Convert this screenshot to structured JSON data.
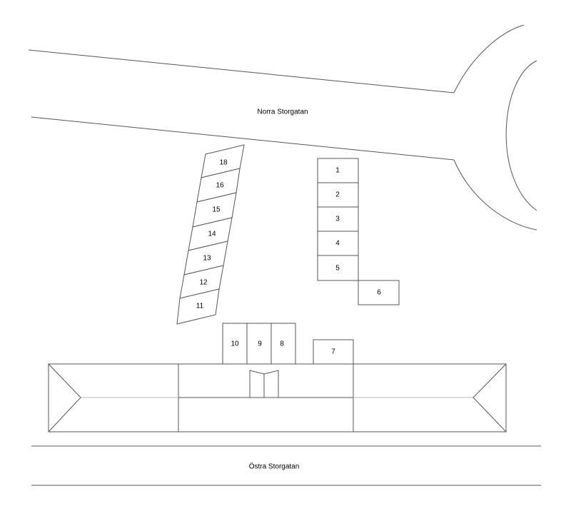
{
  "streets": {
    "north": "Norra Storgatan",
    "east": "Östra Storgatan"
  },
  "parking_spaces": [
    {
      "id": "1",
      "label": "1"
    },
    {
      "id": "2",
      "label": "2"
    },
    {
      "id": "3",
      "label": "3"
    },
    {
      "id": "4",
      "label": "4"
    },
    {
      "id": "5",
      "label": "5"
    },
    {
      "id": "6",
      "label": "6"
    },
    {
      "id": "7",
      "label": "7"
    },
    {
      "id": "8",
      "label": "8"
    },
    {
      "id": "9",
      "label": "9"
    },
    {
      "id": "10",
      "label": "10"
    },
    {
      "id": "11",
      "label": "11"
    },
    {
      "id": "12",
      "label": "12"
    },
    {
      "id": "13",
      "label": "13"
    },
    {
      "id": "14",
      "label": "14"
    },
    {
      "id": "15",
      "label": "15"
    },
    {
      "id": "16",
      "label": "16"
    },
    {
      "id": "18",
      "label": "18"
    }
  ],
  "colors": {
    "lines": "#555555",
    "ridge": "#b8b8b8",
    "background": "#ffffff"
  }
}
